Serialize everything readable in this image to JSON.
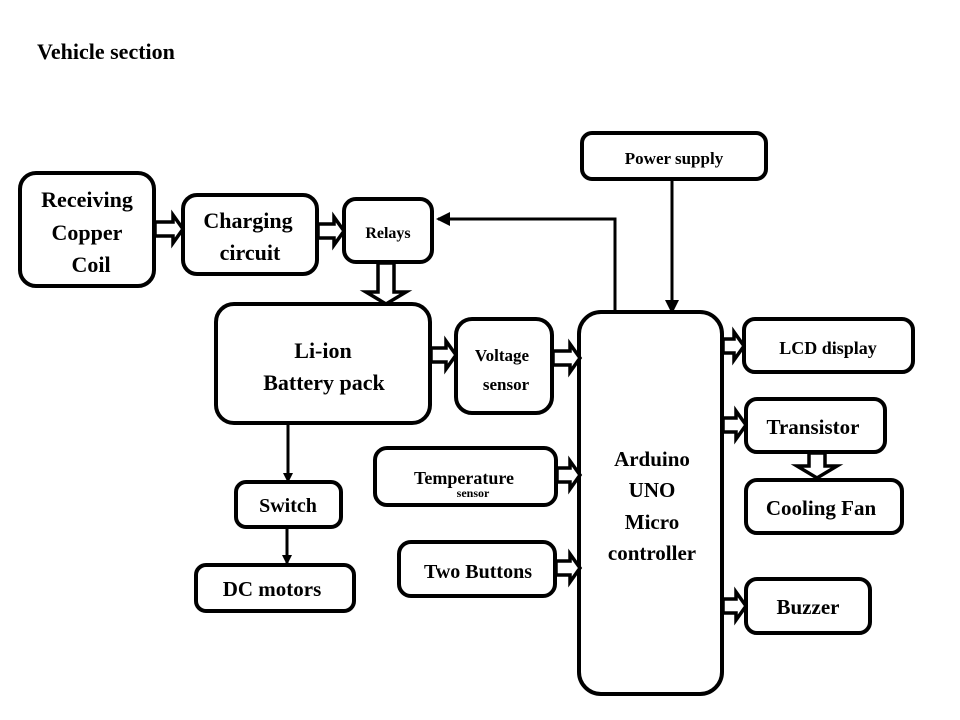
{
  "title": "Vehicle section",
  "blocks": {
    "receiving_coil": [
      "Receiving",
      "Copper",
      "Coil"
    ],
    "charging_circuit": [
      "Charging",
      "circuit"
    ],
    "relays": [
      "Relays"
    ],
    "battery": [
      "Li-ion",
      "Battery pack"
    ],
    "voltage_sensor": [
      "Voltage",
      "sensor"
    ],
    "temperature_sensor": [
      "Temperature",
      "sensor"
    ],
    "two_buttons": [
      "Two Buttons"
    ],
    "switch": [
      "Switch"
    ],
    "dc_motors": [
      "DC motors"
    ],
    "power_supply": [
      "Power supply"
    ],
    "arduino": [
      "Arduino",
      "UNO",
      "Micro",
      "controller"
    ],
    "lcd": [
      "LCD display"
    ],
    "transistor": [
      "Transistor"
    ],
    "cooling_fan": [
      "Cooling Fan"
    ],
    "buzzer": [
      "Buzzer"
    ]
  },
  "connections": [
    {
      "from": "Receiving Copper Coil",
      "to": "Charging circuit",
      "style": "block-arrow"
    },
    {
      "from": "Charging circuit",
      "to": "Relays",
      "style": "block-arrow"
    },
    {
      "from": "Relays",
      "to": "Li-ion Battery pack",
      "style": "block-arrow"
    },
    {
      "from": "Arduino UNO Micro controller",
      "to": "Relays",
      "style": "line-arrow"
    },
    {
      "from": "Power supply",
      "to": "Arduino UNO Micro controller",
      "style": "line-arrow"
    },
    {
      "from": "Li-ion Battery pack",
      "to": "Voltage sensor",
      "style": "block-arrow"
    },
    {
      "from": "Voltage sensor",
      "to": "Arduino UNO Micro controller",
      "style": "block-arrow"
    },
    {
      "from": "Temperature sensor",
      "to": "Arduino UNO Micro controller",
      "style": "block-arrow"
    },
    {
      "from": "Two Buttons",
      "to": "Arduino UNO Micro controller",
      "style": "block-arrow"
    },
    {
      "from": "Li-ion Battery pack",
      "to": "Switch",
      "style": "line-arrow"
    },
    {
      "from": "Switch",
      "to": "DC motors",
      "style": "line-arrow"
    },
    {
      "from": "Arduino UNO Micro controller",
      "to": "LCD display",
      "style": "block-arrow"
    },
    {
      "from": "Arduino UNO Micro controller",
      "to": "Transistor",
      "style": "block-arrow"
    },
    {
      "from": "Transistor",
      "to": "Cooling Fan",
      "style": "block-arrow"
    },
    {
      "from": "Arduino UNO Micro controller",
      "to": "Buzzer",
      "style": "block-arrow"
    }
  ]
}
